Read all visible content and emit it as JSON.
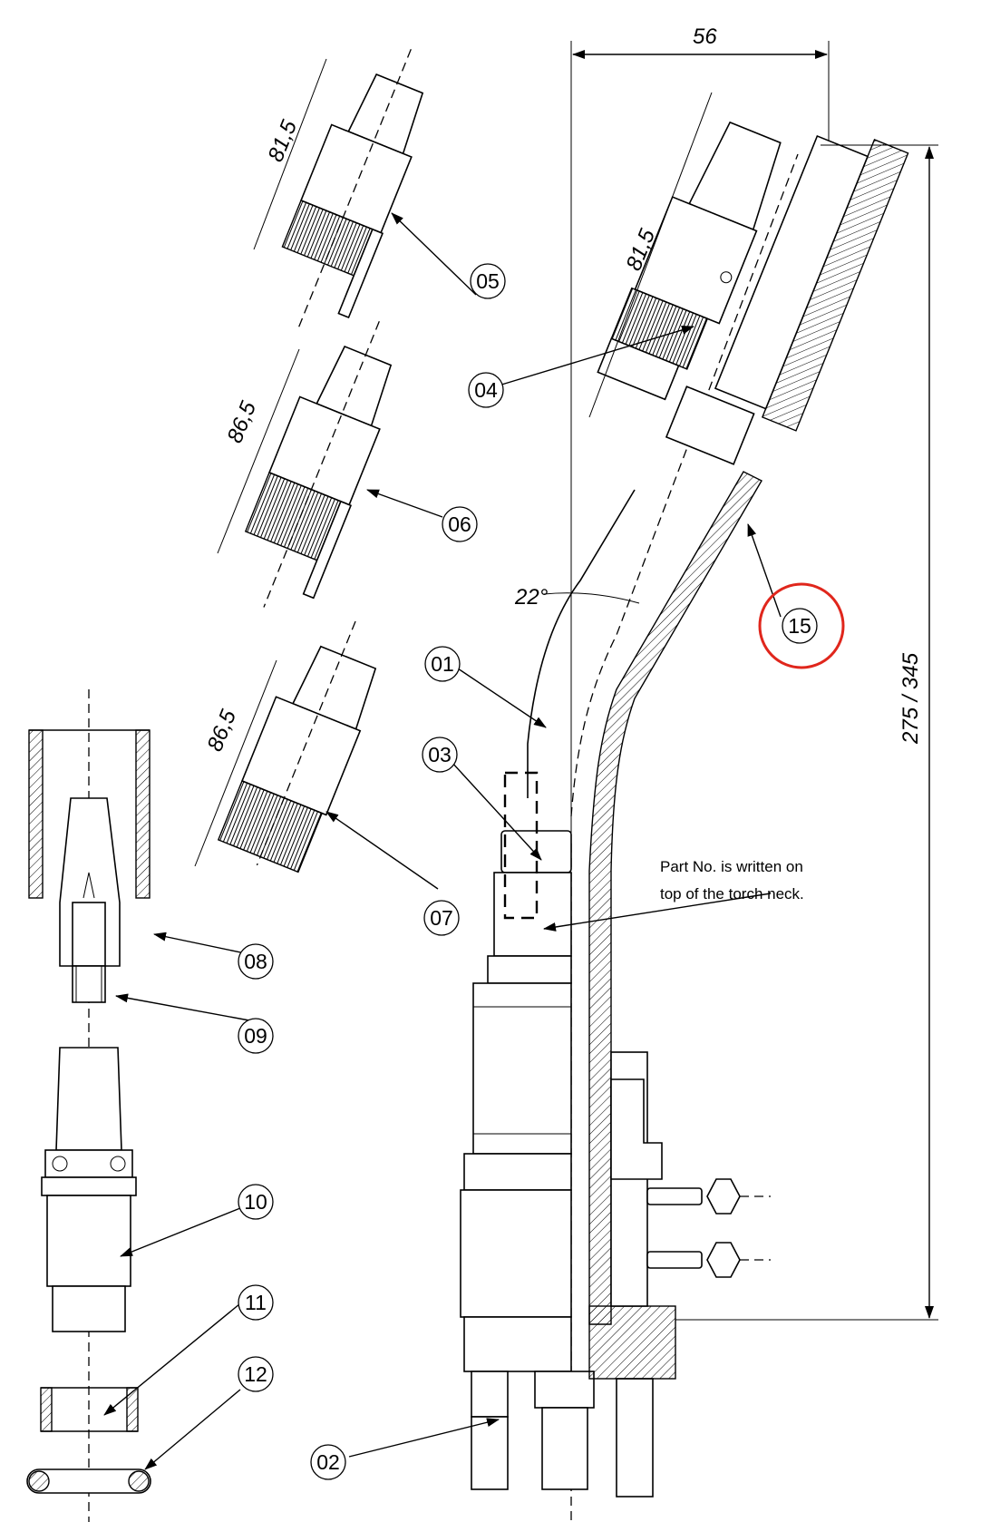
{
  "dimensions": {
    "width_top": "56",
    "nozzle_04": "81,5",
    "nozzle_05": "81,5",
    "nozzle_06": "86,5",
    "nozzle_07": "86,5",
    "angle": "22°",
    "height": "275 / 345"
  },
  "note": {
    "line1": "Part No. is written on",
    "line2": "top of the torch neck."
  },
  "parts": [
    "01",
    "02",
    "03",
    "04",
    "05",
    "06",
    "07",
    "08",
    "09",
    "10",
    "11",
    "12",
    "15"
  ],
  "highlight": {
    "part": "15",
    "color": "#e0261c"
  }
}
